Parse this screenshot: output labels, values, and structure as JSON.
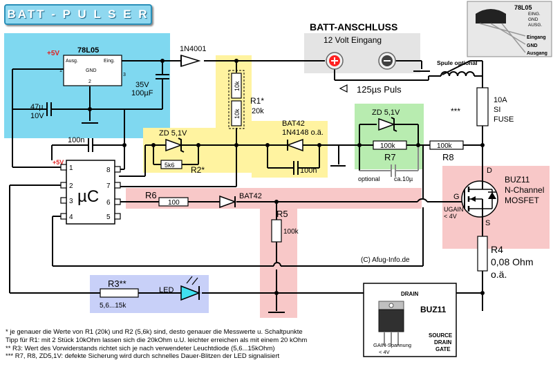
{
  "title": "BATT - P U L S E R",
  "header": {
    "connector_title": "BATT-ANSCHLUSS",
    "connector_sub": "12 Volt Eingang"
  },
  "pulse_label": "125µs Puls",
  "coil_label": "Spule optional",
  "fuse": {
    "line1": "10A",
    "line2": "SI",
    "line3": "FUSE"
  },
  "stars3": "***",
  "regulator": {
    "name": "78L05",
    "pin_out": "Ausg.",
    "pin_gnd": "GND",
    "pin_in": "Eing.",
    "p1": "1",
    "p2": "2",
    "p3": "3",
    "plus5": "+5V"
  },
  "inset": {
    "name": "78L05",
    "l1": "EING.",
    "l2": "GND",
    "l3": "AUSG.",
    "t1": "Eingang",
    "t2": "GND",
    "t3": "Ausgang"
  },
  "diode1": "1N4001",
  "cap35": {
    "v": "35V",
    "c": "100µF"
  },
  "cap47": {
    "c": "47µ",
    "v": "10V"
  },
  "r1": {
    "name": "R1*",
    "val": "20k",
    "seg1": "10k",
    "seg2": "10k"
  },
  "bat42a": {
    "name": "BAT42",
    "alt": "1N4148 o.ä."
  },
  "cap100n_a": "100n",
  "cap100n_b": "100n",
  "zd1": "ZD 5,1V",
  "r2": {
    "val": "5k6",
    "name": "R2*"
  },
  "zd2": "ZD 5,1V",
  "r7": {
    "val": "100k",
    "name": "R7",
    "opt": "optional",
    "cap": "ca.10µ"
  },
  "r8": {
    "val": "100k",
    "name": "R8"
  },
  "mcu": {
    "label": "µC",
    "plus5": "+5V",
    "pins_left": [
      "1",
      "2",
      "3",
      "4"
    ],
    "pins_right": [
      "8",
      "7",
      "6",
      "5"
    ]
  },
  "r6": {
    "name": "R6",
    "val": "100"
  },
  "bat42b": "BAT42",
  "r5": {
    "name": "R5",
    "val": "100k"
  },
  "mosfet": {
    "name": "BUZ11",
    "type": "N-Channel",
    "kind": "MOSFET",
    "d": "D",
    "g": "G",
    "s": "S",
    "ugain": "UGAIN",
    "ugain_val": "< 4V"
  },
  "r4": {
    "name": "R4",
    "val": "0,08 Ohm",
    "alt": "o.ä."
  },
  "copyright": "(C) Afug-Info.de",
  "r3": {
    "name": "R3**",
    "val": "5,6...15k",
    "led": "LED"
  },
  "buz_inset": {
    "drain": "DRAIN",
    "name": "BUZ11",
    "source": "SOURCE",
    "drain2": "DRAIN",
    "gate": "GATE",
    "gain": "GAIN-Spannung",
    "gain_val": "< 4V"
  },
  "notes": [
    "*  je genauer die Werte von R1 (20k) und R2 (5,6k) sind, desto genauer die Messwerte u. Schaltpunkte",
    "   Tipp für R1: mit 2 Stück 10kOhm lassen sich die 20kOhm u.U. leichter erreichen als mit einem 20 kOhm",
    "** R3:  Wert des Vorwiderstands richtet sich je nach verwendeter Leuchtdiode (5,6...15kOhm)",
    "*** R7, R8, ZD5,1V: defekte Sicherung wird durch schnelles Dauer-Blitzen der LED signalisiert"
  ],
  "colors": {
    "cyan_zone": "#7fd8f0",
    "yellow_zone": "#fff3a0",
    "green_zone": "#b8ecb0",
    "pink_zone": "#f8c8c8",
    "grey_zone": "#e4e4e4",
    "blue_zone": "#c8d0f8",
    "title_bg": "#8fd8f0",
    "wire": "#000000",
    "plus_red": "#ff2020"
  }
}
